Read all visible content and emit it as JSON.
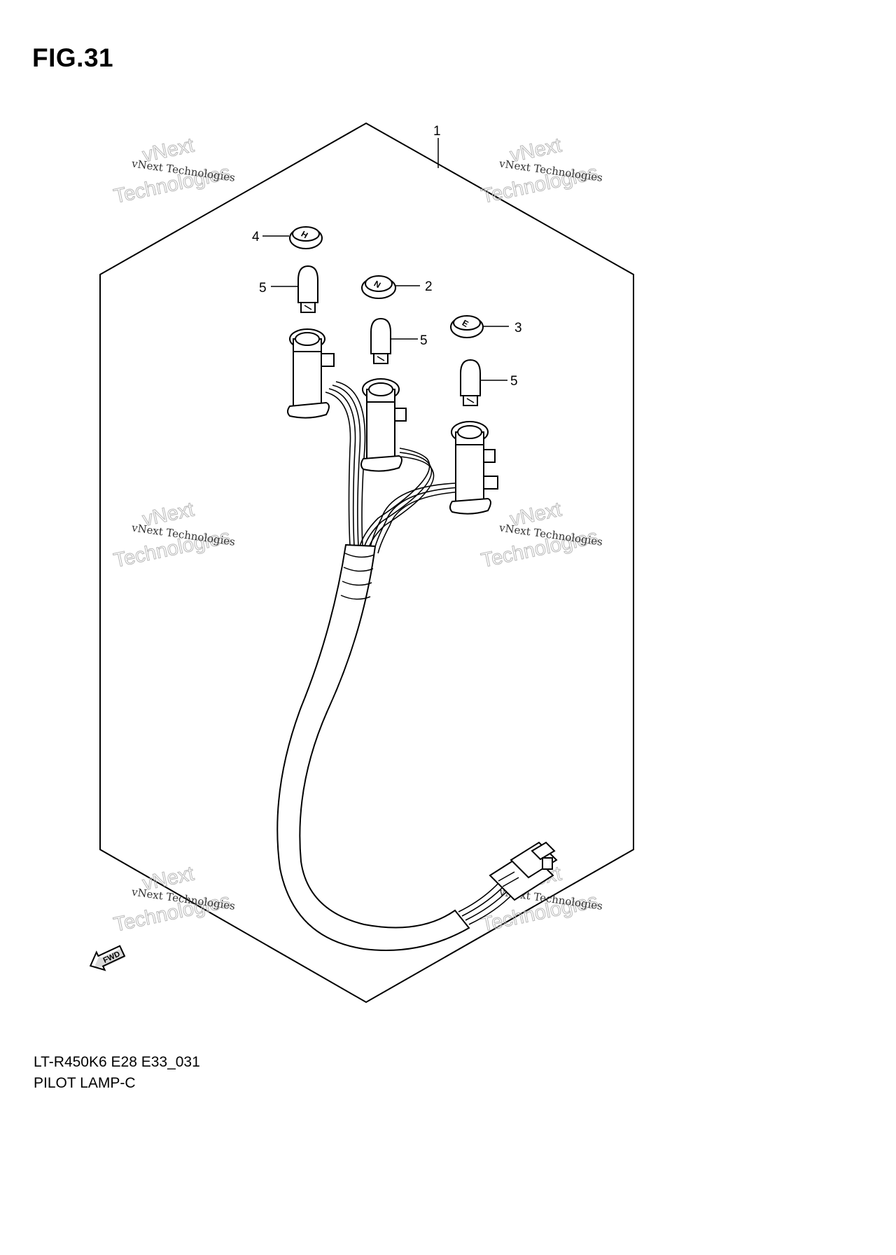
{
  "figure": {
    "title": "FIG.31",
    "model_code": "LT-R450K6 E28 E33_031",
    "part_name": "PILOT LAMP-C"
  },
  "callouts": {
    "harness": "1",
    "cap_n": "2",
    "cap_3": "3",
    "cap_4": "4",
    "bulb_a": "5",
    "bulb_b": "5",
    "bulb_c": "5"
  },
  "watermark": {
    "line_small": "vNext Technologies",
    "line_top": "vNext",
    "line_big": "Technologies"
  },
  "direction_marker": "FWD",
  "cap_letters": {
    "cap_n": "N",
    "cap_3": "E",
    "cap_4": "H"
  }
}
